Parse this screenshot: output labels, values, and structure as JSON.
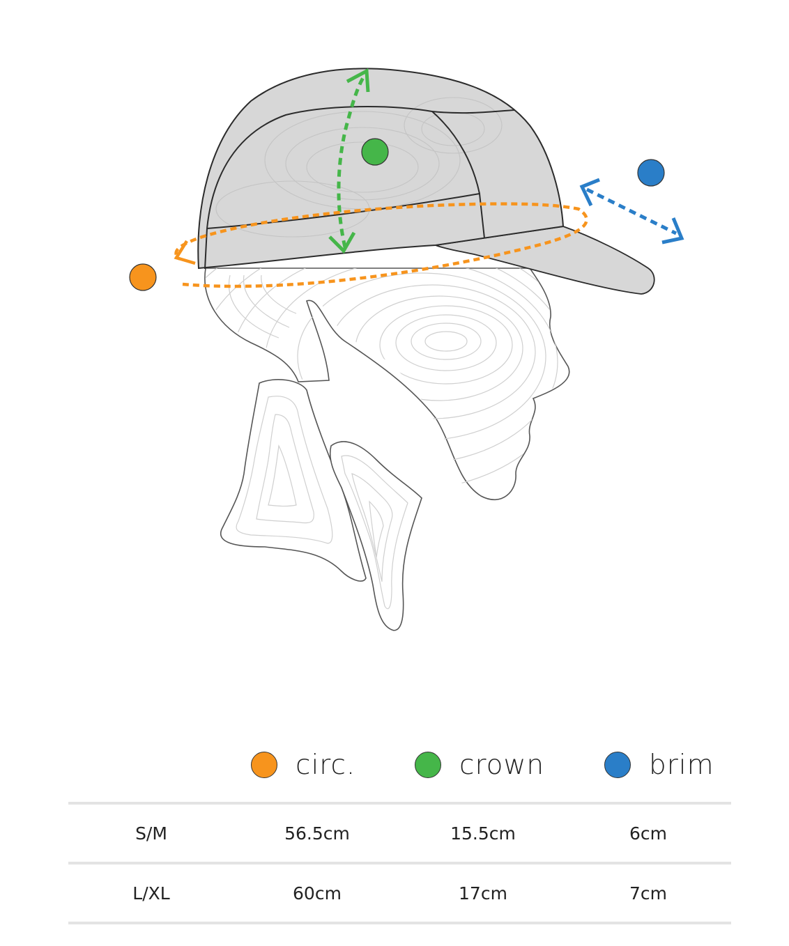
{
  "colors": {
    "circ": "#f7941d",
    "crown": "#45b649",
    "brim": "#2a7ec8",
    "cap": "#d7d7d7",
    "outline": "#2b2b2b",
    "head_line": "#c9c9c9"
  },
  "legend": [
    {
      "key": "circ",
      "label": "circ."
    },
    {
      "key": "crown",
      "label": "crown"
    },
    {
      "key": "brim",
      "label": "brim"
    }
  ],
  "table": {
    "rows": [
      {
        "size": "S/M",
        "circ": "56.5cm",
        "crown": "15.5cm",
        "brim": "6cm"
      },
      {
        "size": "L/XL",
        "circ": "60cm",
        "crown": "17cm",
        "brim": "7cm"
      }
    ]
  }
}
